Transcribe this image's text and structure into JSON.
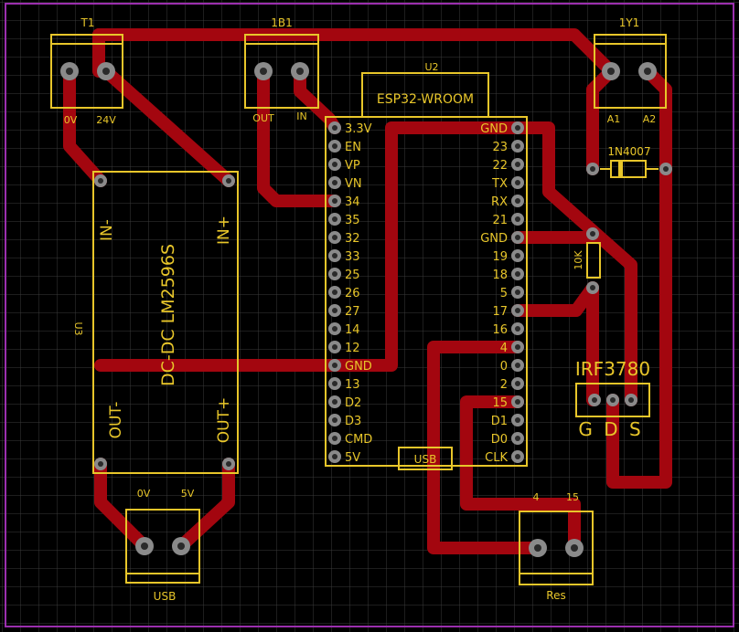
{
  "components": {
    "t1": {
      "ref": "T1",
      "pins": [
        "0V",
        "24V"
      ]
    },
    "b1": {
      "ref": "1B1",
      "pins": [
        "OUT",
        "IN"
      ]
    },
    "y1": {
      "ref": "1Y1",
      "pins": [
        "A1",
        "A2"
      ]
    },
    "u2": {
      "ref": "U2",
      "value": "ESP32-WROOM",
      "left_pins": [
        "3.3V",
        "EN",
        "VP",
        "VN",
        "34",
        "35",
        "32",
        "33",
        "25",
        "26",
        "27",
        "14",
        "12",
        "GND",
        "13",
        "D2",
        "D3",
        "CMD",
        "5V"
      ],
      "right_pins": [
        "GND",
        "23",
        "22",
        "TX",
        "RX",
        "21",
        "GND",
        "19",
        "18",
        "5",
        "17",
        "16",
        "4",
        "0",
        "2",
        "15",
        "D1",
        "D0",
        "CLK"
      ],
      "usb_label": "USB"
    },
    "u3": {
      "ref": "U3",
      "value": "DC-DC LM2596S",
      "pins": [
        "IN-",
        "IN+",
        "OUT-",
        "OUT+"
      ]
    },
    "diode": {
      "value": "1N4007"
    },
    "resistor": {
      "value": "10K"
    },
    "mosfet": {
      "value": "IRF3780",
      "pins": "G D S"
    },
    "usb": {
      "label": "USB",
      "pins": [
        "0V",
        "5V"
      ]
    },
    "res": {
      "label": "Res",
      "pins": [
        "4",
        "15"
      ]
    }
  },
  "colors": {
    "background": "#000000",
    "silkscreen": "#e8c62a",
    "copper": "#a3060f",
    "pad": "#8a8a8a",
    "grid": "#3a3a3a",
    "outline": "#9b2fae"
  }
}
